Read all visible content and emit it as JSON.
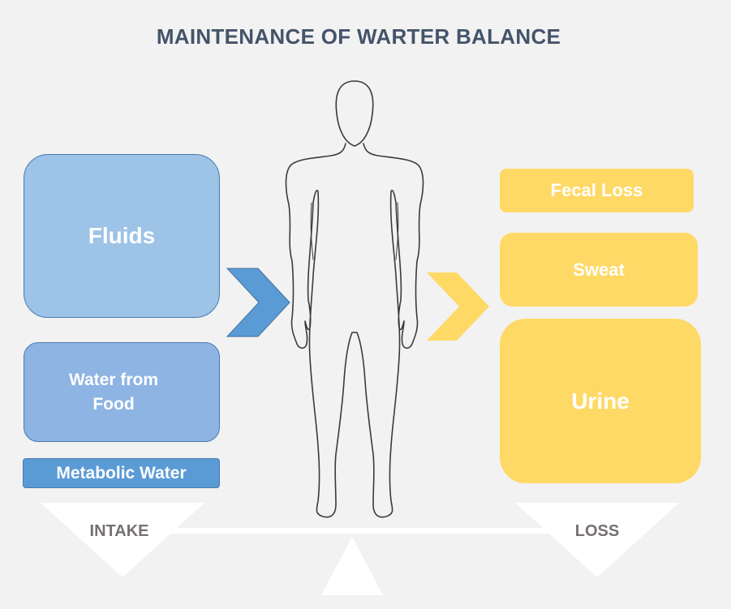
{
  "title": "MAINTENANCE OF WARTER BALANCE",
  "intake": {
    "items": [
      "Fluids",
      "Water from Food",
      "Metabolic Water"
    ],
    "label": "INTAKE",
    "color": "#5b9bd5"
  },
  "loss": {
    "items": [
      "Fecal Loss",
      "Sweat",
      "Urine"
    ],
    "label": "LOSS",
    "color": "#ffd966"
  },
  "icons": [
    "human-body-outline-icon",
    "intake-chevron-icon",
    "loss-chevron-icon",
    "scale-icon"
  ]
}
